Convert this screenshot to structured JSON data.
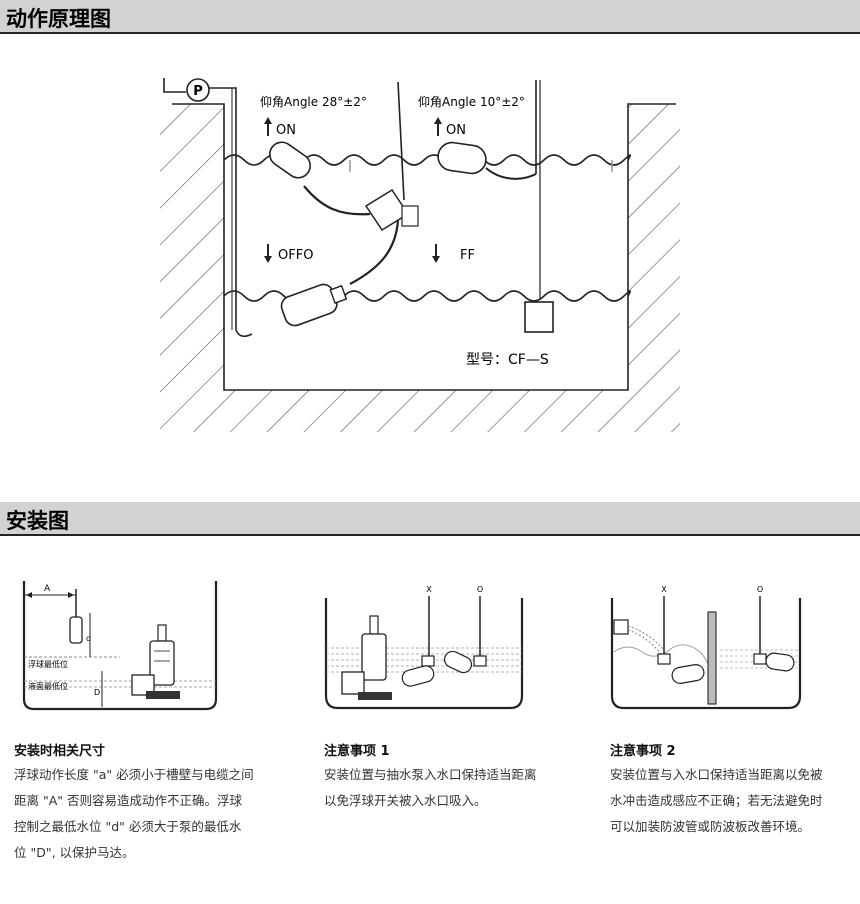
{
  "section1": {
    "title": "动作原理图"
  },
  "principle_diagram": {
    "pump_label": "P",
    "left_angle_label": "仰角Angle 28°±2°",
    "right_angle_label": "仰角Angle 10°±2°",
    "left_on_label": "ON",
    "right_on_label": "ON",
    "left_off_label": "OFFO",
    "right_off_label": "FF",
    "model_label": "型号：CF—S"
  },
  "section2": {
    "title": "安装图"
  },
  "install_diagram_1": {
    "a_label": "A",
    "d_small_label": "d",
    "d_large_label": "D",
    "float_low_label": "浮球最低位",
    "liquid_low_label": "液面最低位"
  },
  "install_diagram_2": {
    "x_label": "X",
    "o_label": "O"
  },
  "install_diagram_3": {
    "x_label": "X",
    "o_label": "O"
  },
  "notes": [
    {
      "title": "安装时相关尺寸",
      "lines": [
        "浮球动作长度 \"a\" 必须小于槽壁与电缆之间",
        "距离 \"A\" 否则容易造成动作不正确。浮球",
        "控制之最低水位 \"d\" 必须大于泵的最低水",
        "位 \"D\", 以保护马达。"
      ]
    },
    {
      "title": "注意事项 1",
      "lines": [
        "安装位置与抽水泵入水口保持适当距离",
        "以免浮球开关被入水口吸入。"
      ]
    },
    {
      "title": "注意事项 2",
      "lines": [
        "安装位置与入水口保持适当距离以免被",
        "水冲击造成感应不正确；若无法避免时",
        "可以加装防波管或防波板改善环境。"
      ]
    }
  ]
}
